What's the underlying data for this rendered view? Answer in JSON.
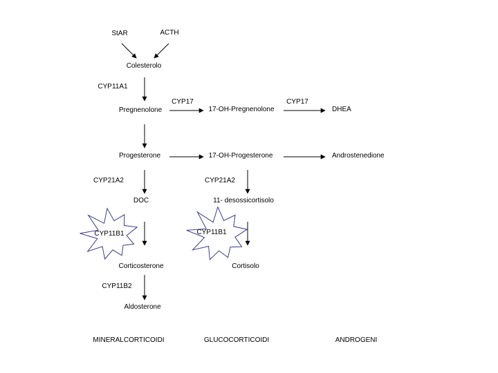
{
  "regulators": {
    "star": "StAR",
    "acth": "ACTH"
  },
  "compounds": {
    "colesterolo": "Colesterolo",
    "pregnenolone": "Pregnenolone",
    "oh_pregnenolone": "17-OH-Pregnenolone",
    "dhea": "DHEA",
    "progesterone": "Progesterone",
    "oh_progesterone": "17-OH-Progesterone",
    "androstenedione": "Androstenedione",
    "doc": "DOC",
    "desossicortisolo": "11- desossicortisolo",
    "corticosterone": "Corticosterone",
    "cortisolo": "Cortisolo",
    "aldosterone": "Aldosterone"
  },
  "enzymes": {
    "cyp11a1": "CYP11A1",
    "cyp17_a": "CYP17",
    "cyp17_b": "CYP17",
    "cyp21a2_a": "CYP21A2",
    "cyp21a2_b": "CYP21A2",
    "cyp11b1_a": "CYP11B1",
    "cyp11b1_b": "CYP11B1",
    "cyp11b2": "CYP11B2"
  },
  "categories": {
    "mineral": "MINERALCORTICOIDI",
    "gluco": "GLUCOCORTICOIDI",
    "andro": "ANDROGENI"
  },
  "colors": {
    "line": "#000000",
    "starburst": "#3a3a8c",
    "background": "#ffffff"
  }
}
